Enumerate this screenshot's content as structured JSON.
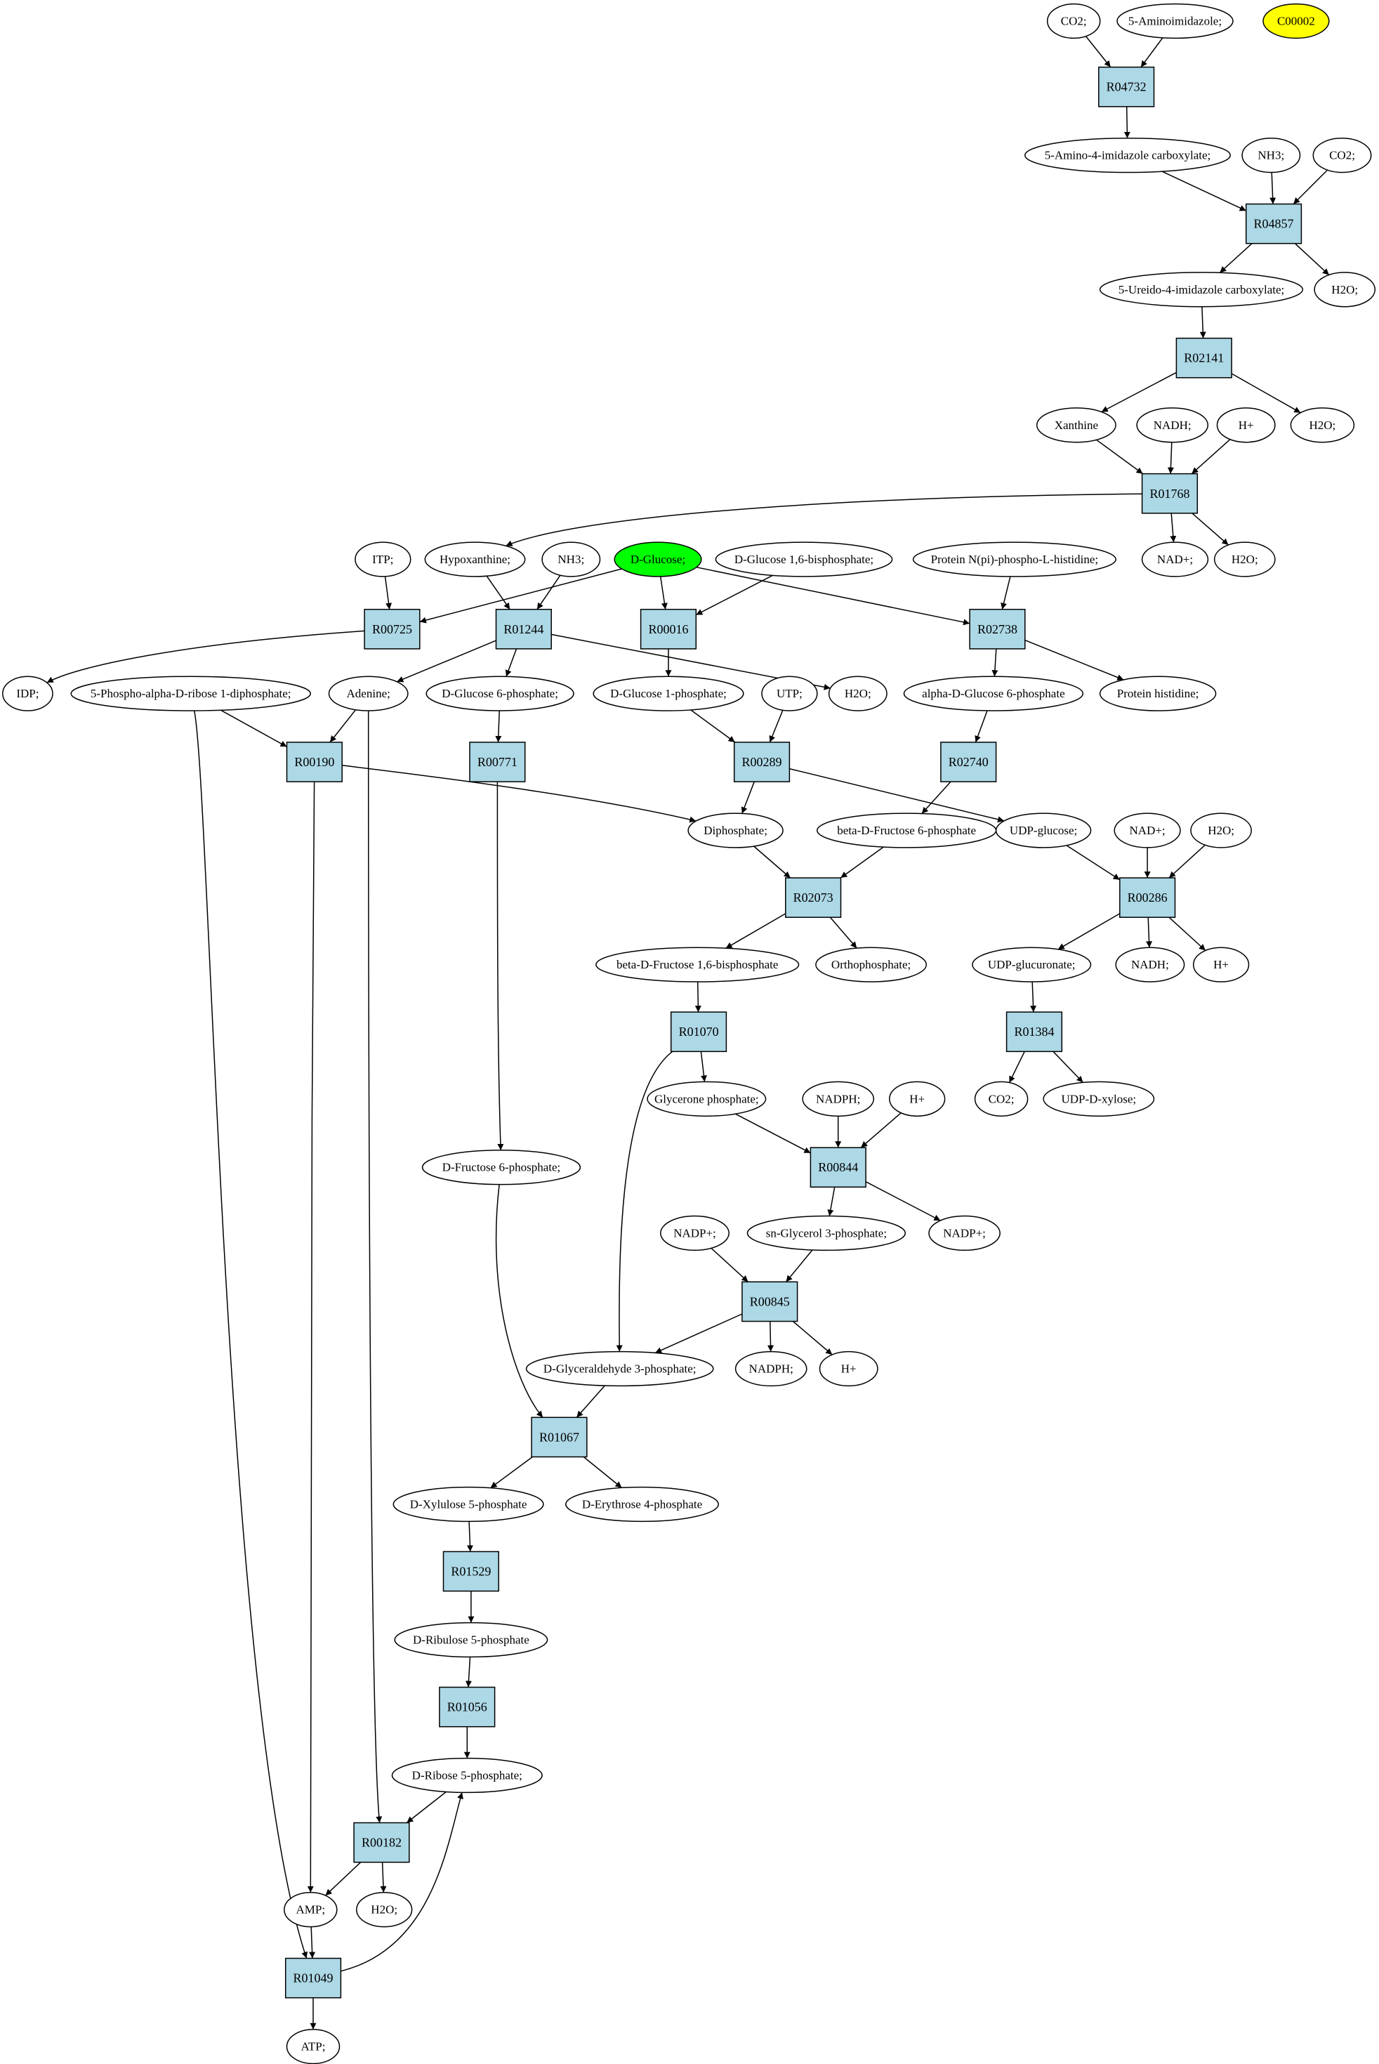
{
  "colors": {
    "reaction_fill": "#add8e6",
    "compound_fill": "#ffffff",
    "start_fill": "#00ff00",
    "legend_fill": "#ffff00",
    "stroke": "#000000"
  },
  "compounds": {
    "co2_a": "CO2;",
    "aminoimidazole": "5-Aminoimidazole;",
    "c00002": "C00002",
    "amino_imid_carboxylate": "5-Amino-4-imidazole carboxylate;",
    "nh3_a": "NH3;",
    "co2_b": "CO2;",
    "ureido_imid_carboxylate": "5-Ureido-4-imidazole carboxylate;",
    "h2o_a": "H2O;",
    "xanthine": "Xanthine",
    "nadh_a": "NADH;",
    "h_a": "H+",
    "h2o_b": "H2O;",
    "nad_a": "NAD+;",
    "h2o_c": "H2O;",
    "itp": "ITP;",
    "hypoxanthine": "Hypoxanthine;",
    "nh3_b": "NH3;",
    "d_glucose": "D-Glucose;",
    "d_glucose_16bp": "D-Glucose 1,6-bisphosphate;",
    "protein_phospho_his": "Protein N(pi)-phospho-L-histidine;",
    "idp": "IDP;",
    "prpp": "5-Phospho-alpha-D-ribose 1-diphosphate;",
    "adenine": "Adenine;",
    "d_glucose_6p": "D-Glucose 6-phosphate;",
    "d_glucose_1p": "D-Glucose 1-phosphate;",
    "h2o_d": "H2O;",
    "utp": "UTP;",
    "alpha_d_glucose_6p": "alpha-D-Glucose 6-phosphate",
    "protein_histidine": "Protein histidine;",
    "diphosphate": "Diphosphate;",
    "beta_d_fructose_6p": "beta-D-Fructose 6-phosphate",
    "udp_glucose": "UDP-glucose;",
    "nad_b": "NAD+;",
    "h2o_e": "H2O;",
    "beta_d_fructose_16bp": "beta-D-Fructose 1,6-bisphosphate",
    "orthophosphate": "Orthophosphate;",
    "udp_glucuronate": "UDP-glucuronate;",
    "nadh_b": "NADH;",
    "h_b": "H+",
    "glycerone_phosphate": "Glycerone phosphate;",
    "nadph_a": "NADPH;",
    "h_c": "H+",
    "co2_c": "CO2;",
    "udp_d_xylose": "UDP-D-xylose;",
    "d_fructose_6p": "D-Fructose 6-phosphate;",
    "nadp_a": "NADP+;",
    "sn_glycerol_3p": "sn-Glycerol 3-phosphate;",
    "nadp_b": "NADP+;",
    "d_glyceraldehyde_3p": "D-Glyceraldehyde 3-phosphate;",
    "nadph_b": "NADPH;",
    "h_d": "H+",
    "d_xylulose_5p": "D-Xylulose 5-phosphate",
    "d_erythrose_4p": "D-Erythrose 4-phosphate",
    "d_ribulose_5p": "D-Ribulose 5-phosphate",
    "d_ribose_5p": "D-Ribose 5-phosphate;",
    "amp": "AMP;",
    "h2o_f": "H2O;",
    "atp": "ATP;"
  },
  "reactions": {
    "R04732": "R04732",
    "R04857": "R04857",
    "R02141": "R02141",
    "R01768": "R01768",
    "R00725": "R00725",
    "R01244": "R01244",
    "R00016": "R00016",
    "R02738": "R02738",
    "R00190": "R00190",
    "R00771": "R00771",
    "R00289": "R00289",
    "R02740": "R02740",
    "R02073": "R02073",
    "R00286": "R00286",
    "R01070": "R01070",
    "R01384": "R01384",
    "R00844": "R00844",
    "R00845": "R00845",
    "R01067": "R01067",
    "R01529": "R01529",
    "R01056": "R01056",
    "R00182": "R00182",
    "R01049": "R01049"
  }
}
